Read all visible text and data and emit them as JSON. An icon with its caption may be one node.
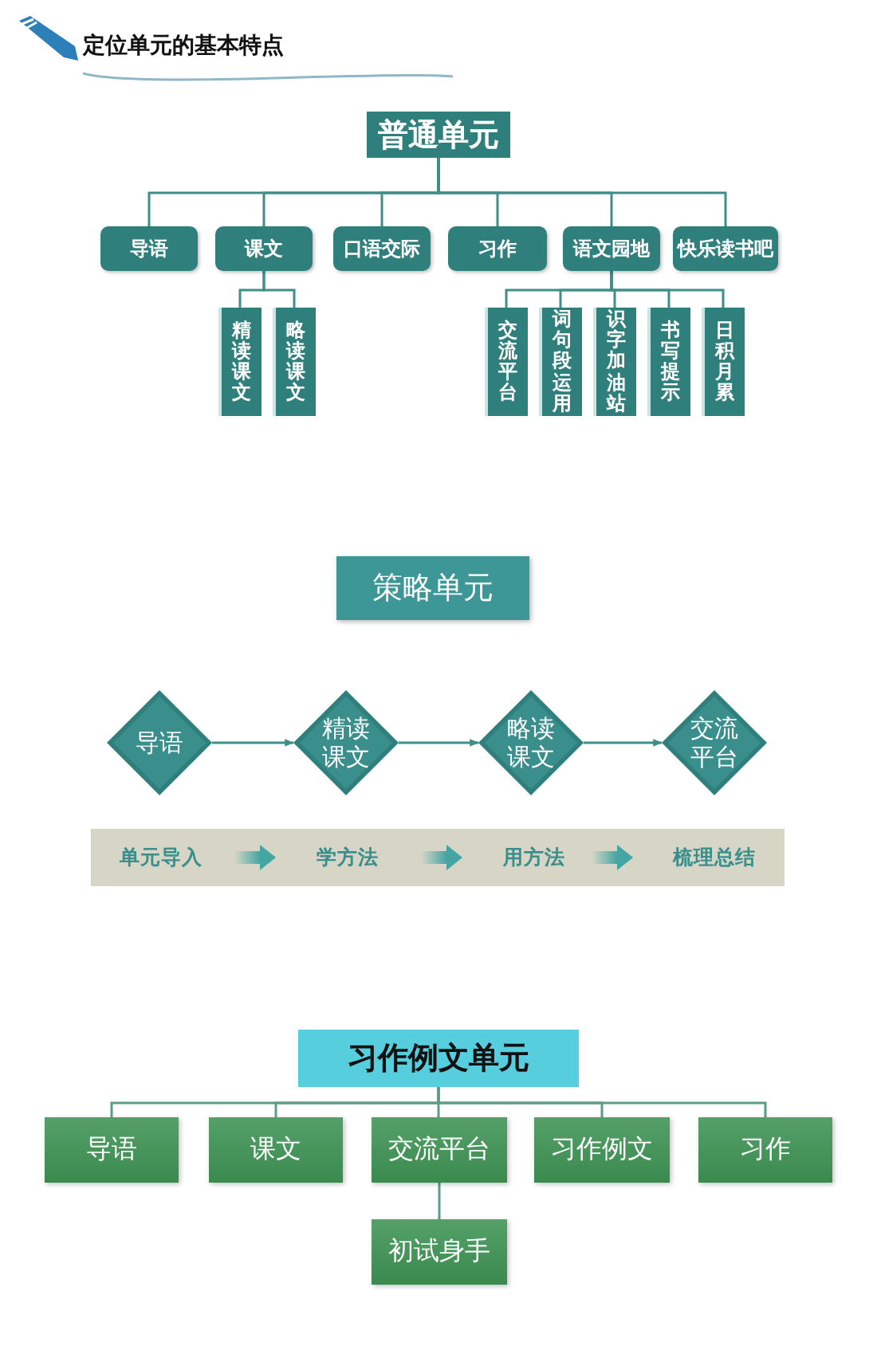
{
  "diagram": {
    "title": "定位单元的基本特点",
    "nodes": [
      {
        "text": [
          "普通单元"
        ]
      },
      {
        "text": [
          "导语"
        ]
      },
      {
        "text": [
          "课文"
        ]
      },
      {
        "text": [
          "口语交际"
        ]
      },
      {
        "text": [
          "习作"
        ]
      },
      {
        "text": [
          "语文园地"
        ]
      },
      {
        "text": [
          "快乐读书吧"
        ]
      },
      {
        "text": [
          "精读课文"
        ]
      },
      {
        "text": [
          "略读课文"
        ]
      },
      {
        "text": [
          "交流平台"
        ]
      },
      {
        "text": [
          "词句段运用"
        ]
      },
      {
        "text": [
          "识字加油站"
        ]
      },
      {
        "text": [
          "书写提示"
        ]
      },
      {
        "text": [
          "日积月累"
        ]
      },
      {
        "text": [
          "策略单元"
        ]
      },
      {
        "text": [
          "导语"
        ]
      },
      {
        "text": [
          "精读课文"
        ]
      },
      {
        "text": [
          "略读课文"
        ]
      },
      {
        "text": [
          "交流平台"
        ]
      },
      {
        "text": [],
        "shape": "bar"
      },
      {
        "text": [
          "单元导入"
        ],
        "in": 19
      },
      {
        "text": [
          "学方法"
        ],
        "in": 19
      },
      {
        "text": [
          "用方法"
        ],
        "in": 19
      },
      {
        "text": [
          "梳理总结"
        ],
        "in": 19
      },
      {
        "text": [
          "习作例文单元"
        ]
      },
      {
        "text": [
          "导语"
        ]
      },
      {
        "text": [
          "课文"
        ]
      },
      {
        "text": [
          "交流平台"
        ]
      },
      {
        "text": [
          "习作例文"
        ]
      },
      {
        "text": [
          "习作"
        ]
      },
      {
        "text": [
          "初试身手"
        ]
      }
    ],
    "edges": [
      {
        "from": 0,
        "to": 1,
        "arrow": "none"
      },
      {
        "from": 0,
        "to": 2,
        "arrow": "none"
      },
      {
        "from": 0,
        "to": 3,
        "arrow": "none"
      },
      {
        "from": 0,
        "to": 4,
        "arrow": "none"
      },
      {
        "from": 0,
        "to": 5,
        "arrow": "none"
      },
      {
        "from": 0,
        "to": 6,
        "arrow": "none"
      },
      {
        "from": 2,
        "to": 7,
        "arrow": "none"
      },
      {
        "from": 2,
        "to": 8,
        "arrow": "none"
      },
      {
        "from": 5,
        "to": 9,
        "arrow": "none"
      },
      {
        "from": 5,
        "to": 10,
        "arrow": "none"
      },
      {
        "from": 5,
        "to": 11,
        "arrow": "none"
      },
      {
        "from": 5,
        "to": 12,
        "arrow": "none"
      },
      {
        "from": 5,
        "to": 13,
        "arrow": "none"
      },
      {
        "from": 15,
        "to": 16,
        "arrow": "to"
      },
      {
        "from": 16,
        "to": 17,
        "arrow": "to"
      },
      {
        "from": 17,
        "to": 18,
        "arrow": "to"
      },
      {
        "from": 20,
        "to": 21,
        "arrow": "to",
        "style": "thick"
      },
      {
        "from": 21,
        "to": 22,
        "arrow": "to",
        "style": "thick"
      },
      {
        "from": 22,
        "to": 23,
        "arrow": "to",
        "style": "thick"
      },
      {
        "from": 24,
        "to": 25,
        "arrow": "none",
        "color": "#5f9c86"
      },
      {
        "from": 24,
        "to": 26,
        "arrow": "none",
        "color": "#5f9c86"
      },
      {
        "from": 24,
        "to": 27,
        "arrow": "none",
        "color": "#5f9c86"
      },
      {
        "from": 24,
        "to": 28,
        "arrow": "none",
        "color": "#5f9c86"
      },
      {
        "from": 24,
        "to": 29,
        "arrow": "none",
        "color": "#5f9c86"
      },
      {
        "from": 27,
        "to": 30,
        "arrow": "none",
        "color": "#5f9c86"
      }
    ]
  }
}
